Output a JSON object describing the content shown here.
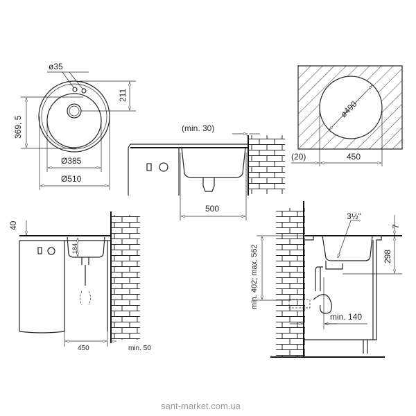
{
  "top_view": {
    "tap_hole": "ø35",
    "drain_offset": "211",
    "bowl_length": "369, 5",
    "bowl_diameter": "Ø385",
    "outer_diameter": "Ø510"
  },
  "side_view": {
    "min_wall_gap": "(min. 30)",
    "width": "500"
  },
  "cutout_view": {
    "cutout_diameter": "ø490",
    "wall_gap": "(20)",
    "cabinet_width": "450"
  },
  "front_install": {
    "counter_thickness": "40",
    "bowl_depth": "184",
    "cabinet_width": "450",
    "min_wall_gap": "min. 50"
  },
  "section_install": {
    "drain_size": "3½\"",
    "rim_height": "7",
    "depth": "298",
    "drain_height": "min. 402; max. 562",
    "min_wall_distance": "min. 140"
  },
  "watermark": "sant-market.com.ua"
}
